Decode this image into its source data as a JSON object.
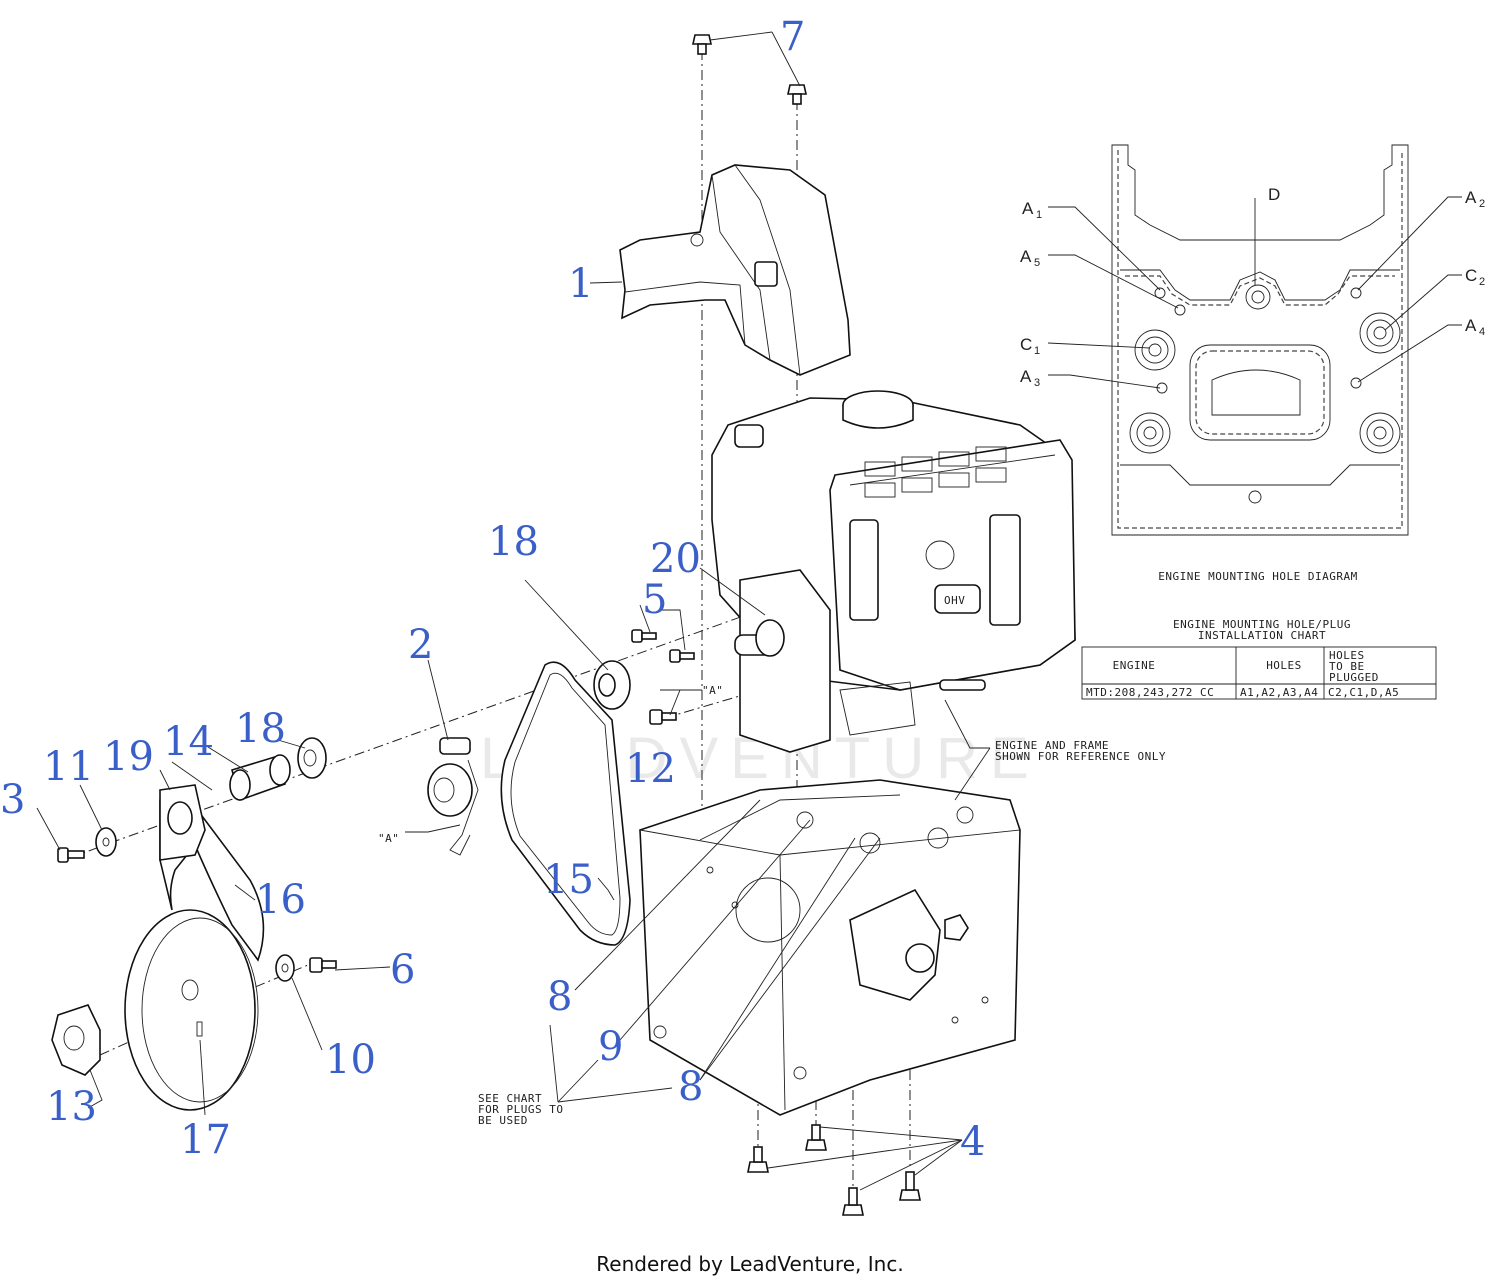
{
  "callouts": {
    "c1": "1",
    "c2": "2",
    "c3": "3",
    "c4": "4",
    "c5": "5",
    "c6": "6",
    "c7": "7",
    "c8a": "8",
    "c8b": "8",
    "c9": "9",
    "c10": "10",
    "c11": "11",
    "c12": "12",
    "c13": "13",
    "c14": "14",
    "c15": "15",
    "c16": "16",
    "c17": "17",
    "c18a": "18",
    "c18b": "18",
    "c19": "19",
    "c20": "20"
  },
  "annotations": {
    "a_label_1": "\"A\"",
    "a_label_2": "\"A\"",
    "engine_frame_1": "ENGINE AND FRAME",
    "engine_frame_2": "SHOWN FOR REFERENCE ONLY",
    "see_chart_1": "SEE CHART",
    "see_chart_2": "FOR PLUGS TO",
    "see_chart_3": "BE USED"
  },
  "hole_diagram": {
    "title": "ENGINE MOUNTING HOLE DIAGRAM",
    "labels": {
      "a1": "A",
      "a1_sub": "1",
      "a2": "A",
      "a2_sub": "2",
      "a3": "A",
      "a3_sub": "3",
      "a4": "A",
      "a4_sub": "4",
      "a5": "A",
      "a5_sub": "5",
      "c1": "C",
      "c1_sub": "1",
      "c2": "C",
      "c2_sub": "2",
      "d": "D"
    }
  },
  "chart": {
    "title_1": "ENGINE MOUNTING HOLE/PLUG",
    "title_2": "INSTALLATION CHART",
    "headers": {
      "engine": "ENGINE",
      "holes": "HOLES",
      "plugged_1": "HOLES",
      "plugged_2": "TO BE",
      "plugged_3": "PLUGGED"
    },
    "row": {
      "engine": "MTD:208,243,272 CC",
      "holes": "A1,A2,A3,A4",
      "plugged": "C2,C1,D,A5"
    }
  },
  "watermark": "LEADVENTURE",
  "footer": "Rendered by LeadVenture, Inc.",
  "colors": {
    "callout": "#3a5fc8",
    "line": "#111111"
  }
}
